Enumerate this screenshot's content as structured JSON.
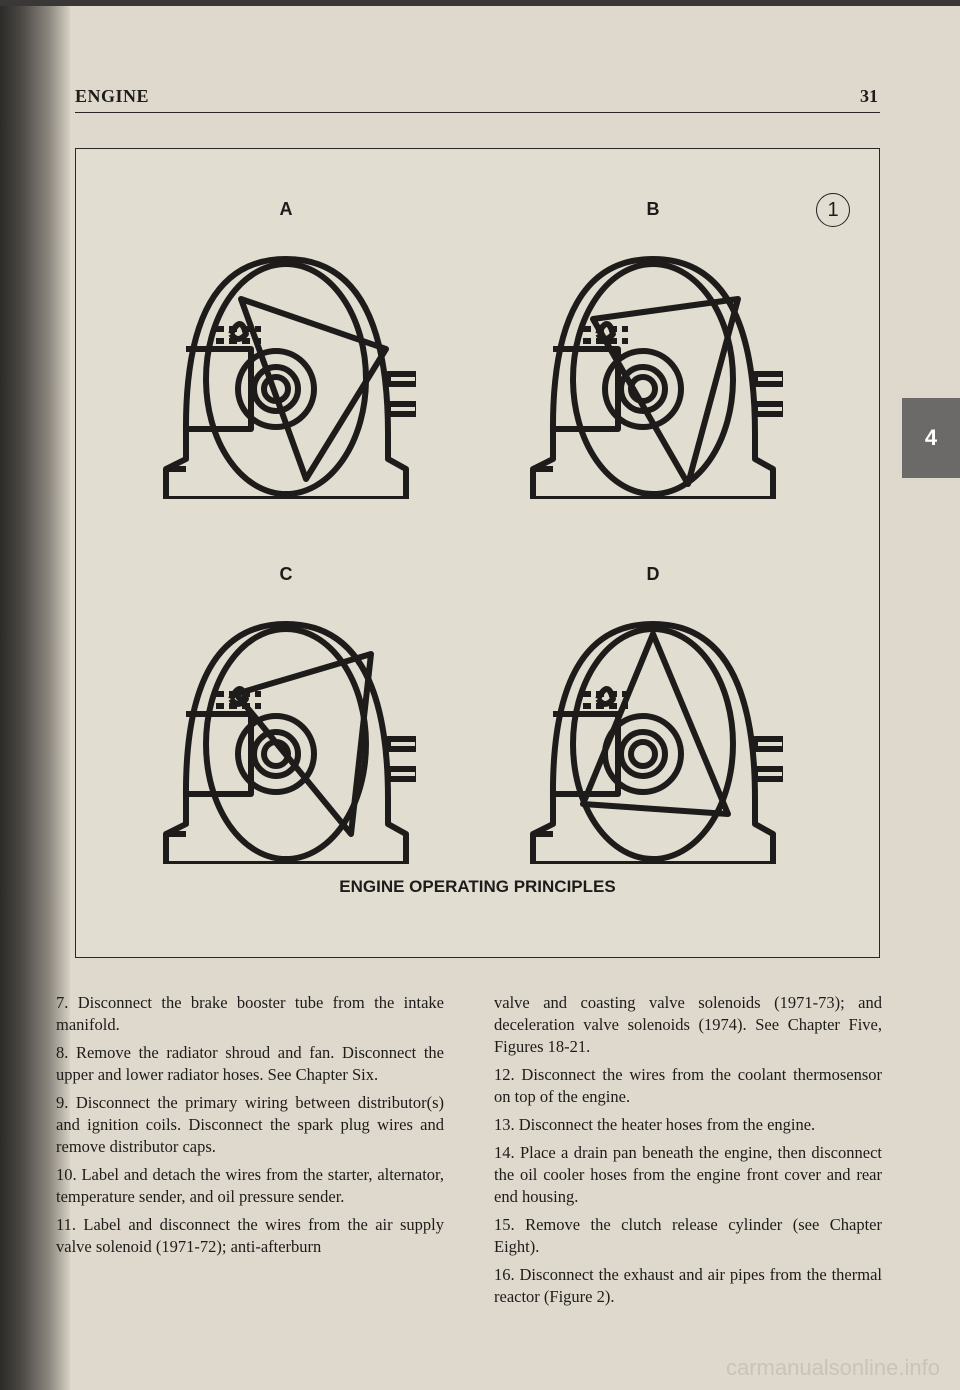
{
  "header": {
    "section": "ENGINE",
    "page_number": "31"
  },
  "figure": {
    "number": "1",
    "panels": [
      "A",
      "B",
      "C",
      "D"
    ],
    "caption": "ENGINE OPERATING PRINCIPLES"
  },
  "side_tab": "4",
  "left_column": [
    "7. Disconnect the brake booster tube from the intake manifold.",
    "8. Remove the radiator shroud and fan. Disconnect the upper and lower radiator hoses. See Chapter Six.",
    "9. Disconnect the primary wiring between distributor(s) and ignition coils. Disconnect the spark plug wires and remove distributor caps.",
    "10. Label and detach the wires from the starter, alternator, temperature sender, and oil pressure sender.",
    "11. Label and disconnect the wires from the air supply valve solenoid (1971-72); anti-afterburn"
  ],
  "right_column": [
    "valve and coasting valve solenoids (1971-73); and deceleration valve solenoids (1974). See Chapter Five, Figures 18-21.",
    "12. Disconnect the wires from the coolant thermosensor on top of the engine.",
    "13. Disconnect the heater hoses from the engine.",
    "14. Place a drain pan beneath the engine, then disconnect the oil cooler hoses from the engine front cover and rear end housing.",
    "15. Remove the clutch release cylinder (see Chapter Eight).",
    "16. Disconnect the exhaust and air pipes from the thermal reactor (Figure 2)."
  ],
  "watermark": "carmanualsonline.info"
}
